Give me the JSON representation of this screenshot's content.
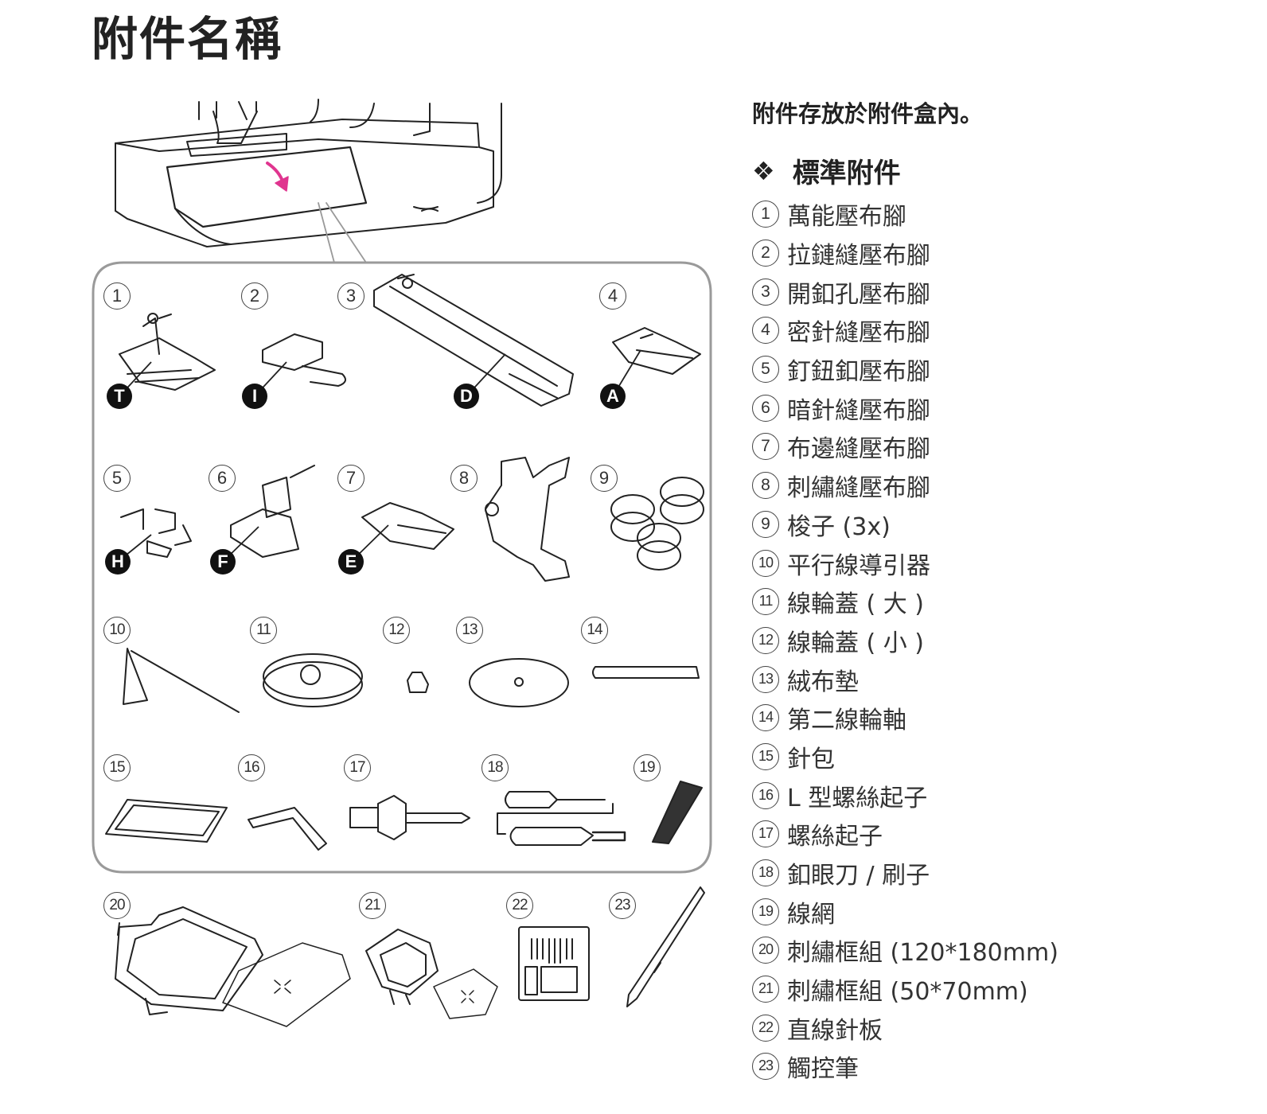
{
  "page": {
    "title": "附件名稱"
  },
  "right_panel": {
    "intro": "附件存放於附件盒內。",
    "section_icon": "diamond-cluster-icon",
    "section_symbol": "❖",
    "section_title": "標準附件",
    "items": [
      {
        "num": "1",
        "label": "萬能壓布腳"
      },
      {
        "num": "2",
        "label": "拉鏈縫壓布腳"
      },
      {
        "num": "3",
        "label": "開釦孔壓布腳"
      },
      {
        "num": "4",
        "label": "密針縫壓布腳"
      },
      {
        "num": "5",
        "label": "釘鈕釦壓布腳"
      },
      {
        "num": "6",
        "label": "暗針縫壓布腳"
      },
      {
        "num": "7",
        "label": "布邊縫壓布腳"
      },
      {
        "num": "8",
        "label": "刺繡縫壓布腳"
      },
      {
        "num": "9",
        "label": "梭子 (3x)"
      },
      {
        "num": "10",
        "label": "平行線導引器"
      },
      {
        "num": "11",
        "label": "線輪蓋 ( 大 )"
      },
      {
        "num": "12",
        "label": "線輪蓋 ( 小 )"
      },
      {
        "num": "13",
        "label": "絨布墊"
      },
      {
        "num": "14",
        "label": "第二線輪軸"
      },
      {
        "num": "15",
        "label": "針包"
      },
      {
        "num": "16",
        "label": "L 型螺絲起子"
      },
      {
        "num": "17",
        "label": "螺絲起子"
      },
      {
        "num": "18",
        "label": "釦眼刀 / 刷子"
      },
      {
        "num": "19",
        "label": "線網"
      },
      {
        "num": "20",
        "label": "刺繡框組 (120*180mm)"
      },
      {
        "num": "21",
        "label": "刺繡框組 (50*70mm)"
      },
      {
        "num": "22",
        "label": "直線針板"
      },
      {
        "num": "23",
        "label": "觸控筆"
      }
    ]
  },
  "illustration": {
    "arrow_color": "#e0358f",
    "box_border_color": "#9a9a9a",
    "callout_numbers": [
      "1",
      "2",
      "3",
      "4",
      "5",
      "6",
      "7",
      "8",
      "9",
      "10",
      "11",
      "12",
      "13",
      "14",
      "15",
      "16",
      "17",
      "18",
      "19",
      "20",
      "21",
      "22",
      "23"
    ],
    "foot_codes": [
      {
        "item": "1",
        "code": "T"
      },
      {
        "item": "2",
        "code": "I"
      },
      {
        "item": "3",
        "code": "D"
      },
      {
        "item": "4",
        "code": "A"
      },
      {
        "item": "5",
        "code": "H"
      },
      {
        "item": "6",
        "code": "F"
      },
      {
        "item": "7",
        "code": "E"
      }
    ]
  }
}
